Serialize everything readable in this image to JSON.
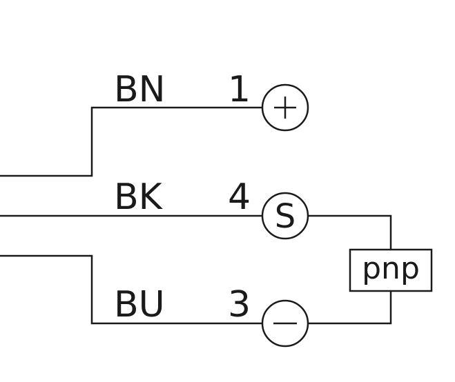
{
  "wires": [
    {
      "id": "brown",
      "color_code": "BN",
      "pin": "1",
      "terminal": "+"
    },
    {
      "id": "black",
      "color_code": "BK",
      "pin": "4",
      "terminal": "S"
    },
    {
      "id": "blue",
      "color_code": "BU",
      "pin": "3",
      "terminal": "-"
    }
  ],
  "output_type": "pnp"
}
